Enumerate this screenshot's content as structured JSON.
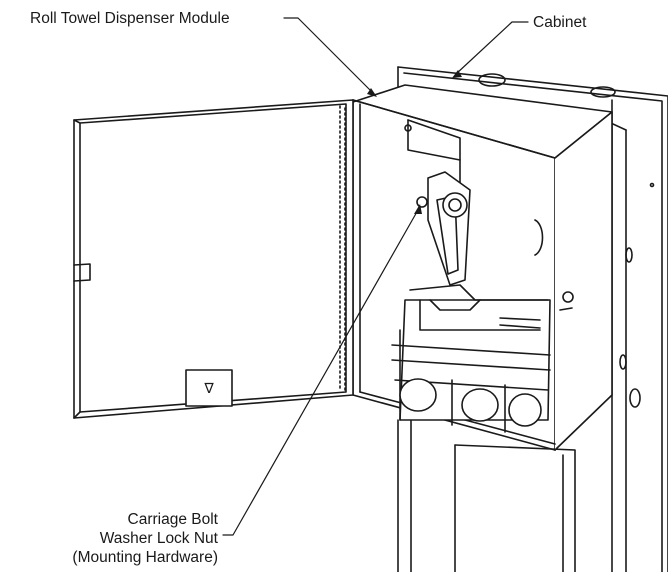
{
  "callouts": {
    "module": "Roll Towel Dispenser Module",
    "cabinet": "Cabinet",
    "hardware_line1": "Carriage Bolt",
    "hardware_line2": "Washer Lock Nut",
    "hardware_line3": "(Mounting Hardware)"
  },
  "door_symbol": "∇",
  "colors": {
    "line": "#1a1a1a",
    "fill": "#ffffff",
    "shade": "#d9d9d9"
  }
}
